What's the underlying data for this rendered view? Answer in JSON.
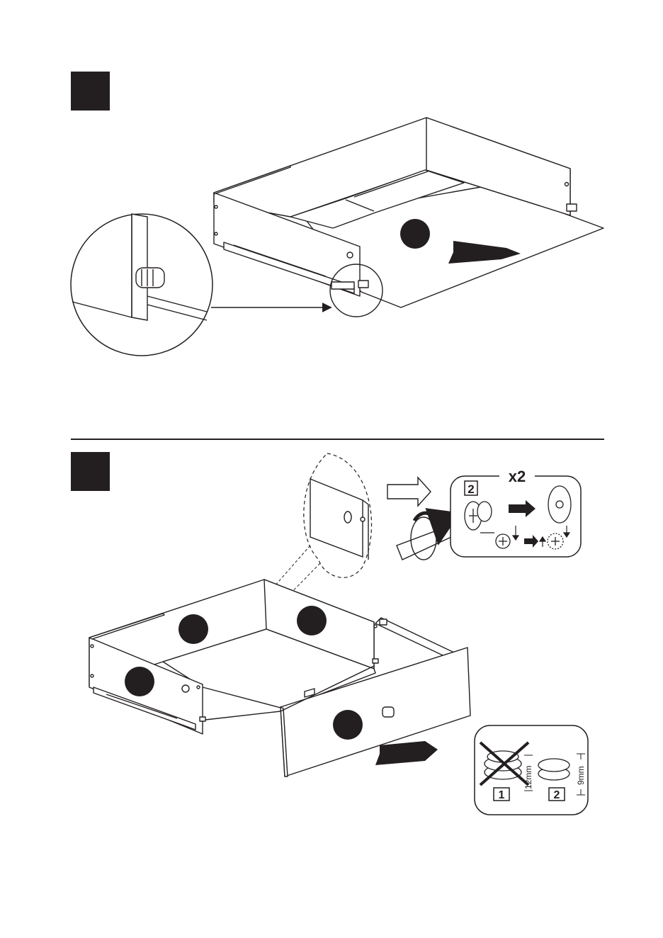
{
  "colors": {
    "ink": "#231f20",
    "paper": "#ffffff"
  },
  "steps": [
    {
      "id": "step-upper"
    },
    {
      "id": "step-lower"
    }
  ],
  "cam_detail": {
    "quantity_label": "x2",
    "part_number": "2"
  },
  "cam_sizes": {
    "wrong": {
      "number": "1",
      "height": "12mm",
      "status": "incorrect"
    },
    "right": {
      "number": "2",
      "height": "9mm",
      "status": "correct"
    }
  },
  "icons": [
    "step-box-icon",
    "magnifier-circle-icon",
    "push-arrow-icon",
    "outline-arrow-icon",
    "rotate-arrow-icon",
    "cross-icon",
    "cam-lock-icon",
    "dowel-icon",
    "knob-icon"
  ]
}
